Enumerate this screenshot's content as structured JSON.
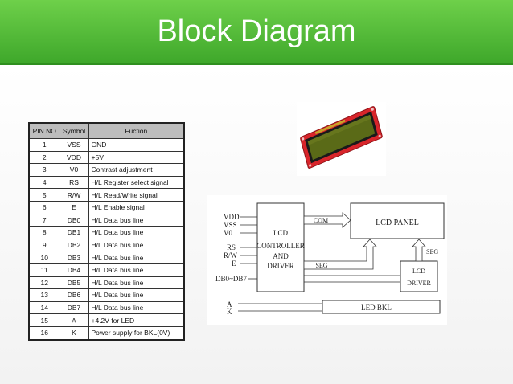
{
  "slide": {
    "title": "Block Diagram"
  },
  "pin_table": {
    "headers": [
      "PIN NO",
      "Symbol",
      "Fuction"
    ],
    "rows": [
      [
        "1",
        "VSS",
        "GND"
      ],
      [
        "2",
        "VDD",
        "+5V"
      ],
      [
        "3",
        "V0",
        "Contrast adjustment"
      ],
      [
        "4",
        "RS",
        "H/L Register select signal"
      ],
      [
        "5",
        "R/W",
        "H/L Read/Write signal"
      ],
      [
        "6",
        "E",
        "H/L Enable signal"
      ],
      [
        "7",
        "DB0",
        "H/L  Data bus line"
      ],
      [
        "8",
        "DB1",
        "H/L  Data bus line"
      ],
      [
        "9",
        "DB2",
        "H/L  Data bus line"
      ],
      [
        "10",
        "DB3",
        "H/L  Data bus line"
      ],
      [
        "11",
        "DB4",
        "H/L  Data bus line"
      ],
      [
        "12",
        "DB5",
        "H/L  Data bus line"
      ],
      [
        "13",
        "DB6",
        "H/L  Data bus line"
      ],
      [
        "14",
        "DB7",
        "H/L  Data bus line"
      ],
      [
        "15",
        "A",
        "+4.2V for LED"
      ],
      [
        "16",
        "K",
        "Power supply for BKL(0V)"
      ]
    ]
  },
  "block_diagram": {
    "inputs": [
      "VDD",
      "VSS",
      "V0",
      "RS",
      "R/W",
      "E",
      "DB0~DB7",
      "A",
      "K"
    ],
    "controller_label": [
      "LCD",
      "CONTROLLER",
      "AND",
      "DRIVER"
    ],
    "com_label": "COM",
    "seg_label_1": "SEG",
    "seg_label_2": "SEG",
    "panel_label": "LCD  PANEL",
    "driver_label": [
      "LCD",
      "DRIVER"
    ],
    "backlight_label": "LED BKL"
  },
  "colors": {
    "title_green": "#4cbb35",
    "lcd_board_red": "#d8252b",
    "lcd_screen": "#5a6a17"
  }
}
